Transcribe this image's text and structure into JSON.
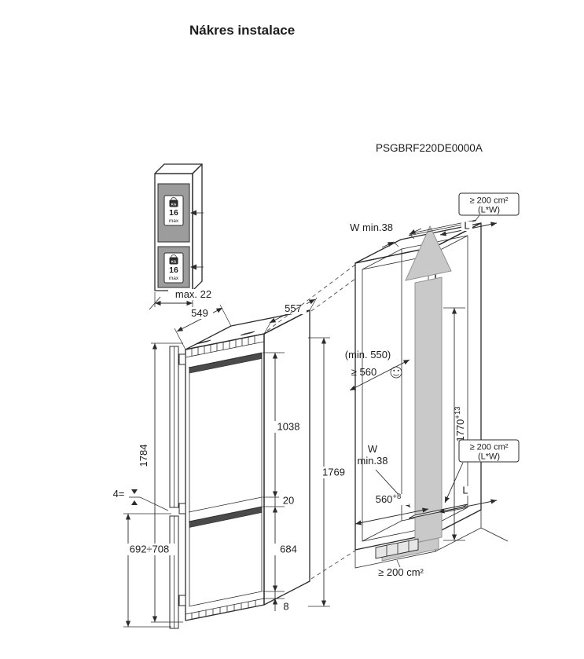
{
  "title": "Nákres instalace",
  "model": "PSGBRF220DE0000A",
  "colors": {
    "line": "#2b2b2b",
    "door_panel_gray": "#9c9c9c",
    "airflow_gray": "#c9c9c9"
  },
  "mini_fridge": {
    "upper_badge": {
      "kg": "KG",
      "value": "16",
      "max": "max"
    },
    "lower_badge": {
      "kg": "KG",
      "value": "16",
      "max": "max"
    },
    "panel_thickness": "max. 22"
  },
  "appliance": {
    "depth_body": "549",
    "depth_total": "557",
    "height_with_panels": "1784",
    "height_total": "1769",
    "upper_door_height": "1038",
    "door_gap": "20",
    "lower_door_height": "684",
    "bottom_gap": "8",
    "panel_gap": "4=",
    "lower_panel_height": "692÷708"
  },
  "niche": {
    "top_clearance": "W min.38",
    "top_vent": {
      "area": "≥ 200 cm²",
      "formula": "(L*W)"
    },
    "top_vent_length": "L",
    "depth_min": "(min. 550)",
    "depth_recommended": "≥ 560",
    "height": {
      "value": "1770",
      "tolerance": "+13"
    },
    "rear_clearance": {
      "line1": "W",
      "line2": "min.38"
    },
    "mid_vent": {
      "area": "≥ 200 cm²",
      "formula": "(L*W)"
    },
    "mid_vent_length": "L",
    "width": {
      "value": "560",
      "tolerance": "+8"
    },
    "bottom_vent_area": "≥ 200 cm²"
  }
}
